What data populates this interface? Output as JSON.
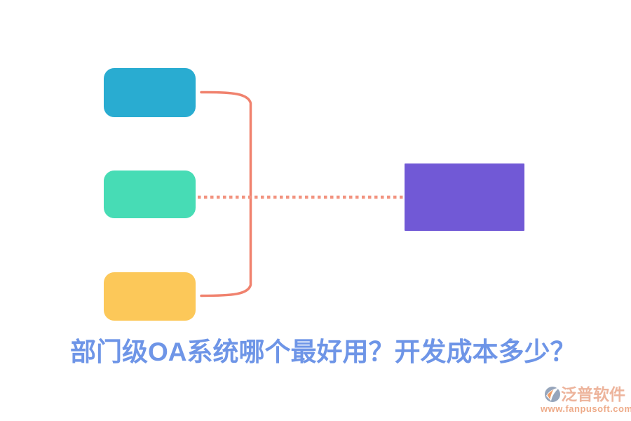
{
  "page": {
    "background": "#ffffff"
  },
  "title": {
    "text": "部门级OA系统哪个最好用？开发成本多少？",
    "color": "#6e95e7"
  },
  "diagram": {
    "nodes": [
      {
        "name": "top-left-node",
        "color": "#29acd1"
      },
      {
        "name": "middle-left-node",
        "color": "#47dcb5"
      },
      {
        "name": "bottom-left-node",
        "color": "#fcc859"
      },
      {
        "name": "right-node",
        "color": "#7159d6"
      }
    ],
    "connectors": {
      "solid_color": "#f0826e",
      "dotted_color": "#f2937f",
      "links": [
        {
          "from": "top-left-node",
          "to": "right-node",
          "style": "solid-bracket"
        },
        {
          "from": "bottom-left-node",
          "to": "right-node",
          "style": "solid-bracket"
        },
        {
          "from": "middle-left-node",
          "to": "right-node",
          "style": "dotted"
        }
      ]
    }
  },
  "footer_logo": {
    "brand": "泛普软件",
    "url": "www.fanpusoft.com",
    "brand_color": "#edb49c",
    "url_color": "#eeab89",
    "icon_gray": "#96a5bb",
    "icon_orange": "#ef9e68"
  }
}
